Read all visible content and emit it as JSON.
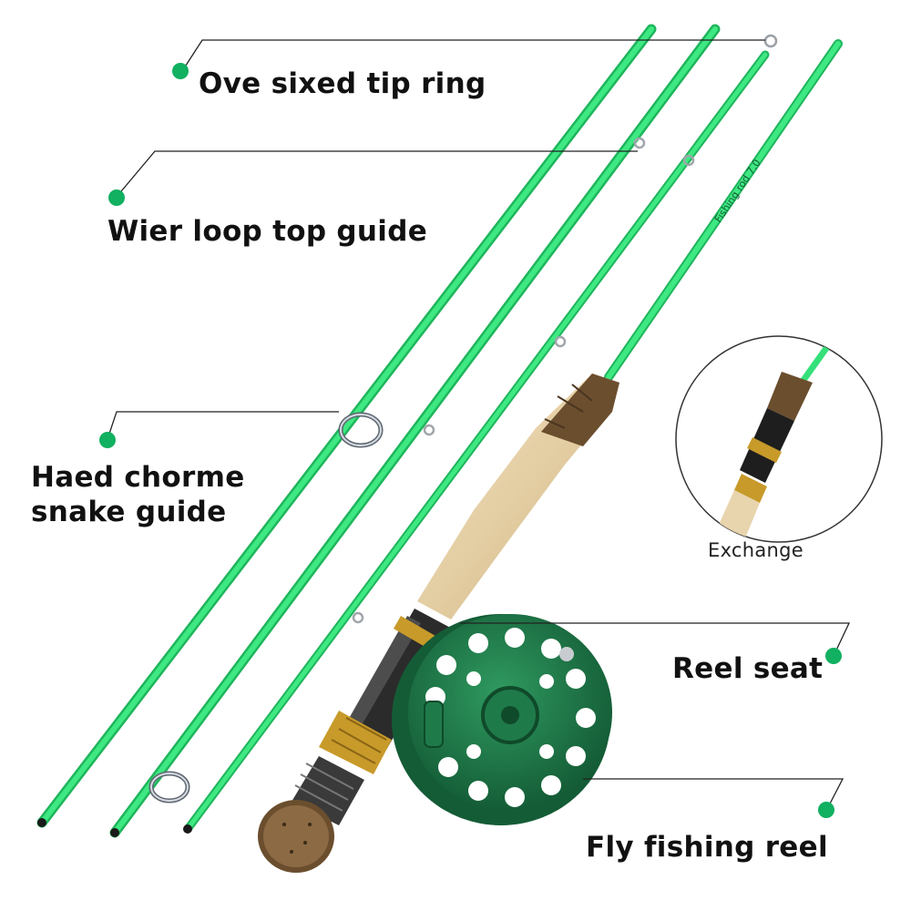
{
  "labels": {
    "tip_ring": "Ove sixed tip ring",
    "top_guide": "Wier loop top guide",
    "snake_guide": "Haed chorme\nsnake guide",
    "exchange": "Exchange",
    "reel_seat": "Reel seat",
    "fly_reel": "Fly fishing reel"
  },
  "rod_print": "Fishing rod 7.0",
  "colors": {
    "blank_green": "#35e07a",
    "blank_dark": "#1fb55c",
    "marker_green": "#12b061",
    "cork": "#e8d4ad",
    "cork_dark": "#6b4e2e",
    "reel_green": "#1f7a4a",
    "gold": "#c79a2a"
  },
  "icons": [
    "callout-dot-icon",
    "guide-ring-icon",
    "reel-icon"
  ]
}
